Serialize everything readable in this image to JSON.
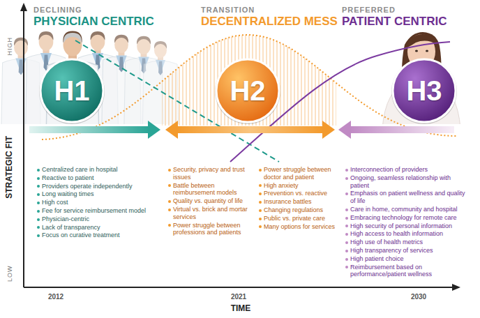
{
  "diagram": {
    "nodes": [
      {
        "text": [
          "H1"
        ]
      },
      {
        "text": [
          "H2"
        ]
      },
      {
        "text": [
          "H3"
        ]
      }
    ],
    "labels": [
      "DECLINING",
      "PHYSICIAN CENTRIC",
      "TRANSITION",
      "DECENTRALIZED MESS",
      "PREFERRED",
      "PATIENT CENTRIC",
      "HIGH",
      "STRATEGIC FIT",
      "LOW",
      "Centralized care in hospital",
      "Reactive to patient",
      "Providers operate independently",
      "Long waiting times",
      "High cost",
      "Fee for service reimbursement model",
      "Physician-centric",
      "Lack of transparency",
      "Focus on curative treatment",
      "Security, privacy and trust issues",
      "Battle between reimbursement models",
      "Quality vs. quantity of life",
      "Virtual vs. brick and mortar services",
      "Power struggle between professions and patients",
      "Power struggle between doctor and patient",
      "High anxiety",
      "Prevention vs. reactive",
      "Insurance battles",
      "Changing regulations",
      "Public vs. private care",
      "Many options for services",
      "Interconnection of providers",
      "Ongoing, seamless relationship with patient",
      "Emphasis on patient wellness and quality of life",
      "Care in home, community and hospital",
      "Embracing technology for remote care",
      "High security of personal information",
      "High access to health information",
      "High use of health metrics",
      "High transparency of services",
      "High patient choice",
      "Reimbursement based on performance/patient wellness",
      "2012",
      "2021",
      "2030",
      "TIME"
    ]
  }
}
